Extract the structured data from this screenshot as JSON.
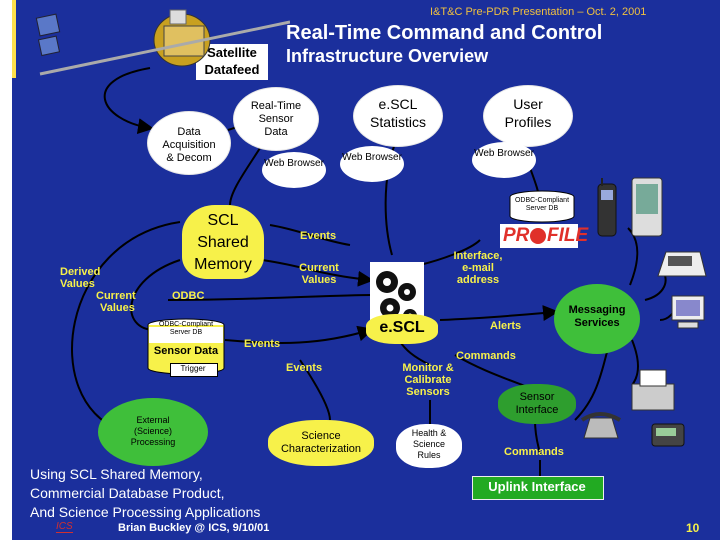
{
  "header": {
    "subtitle": "I&T&C Pre-PDR Presentation – Oct. 2, 2001",
    "title_line1": "Real-Time Command and Control",
    "title_line2": "Infrastructure Overview",
    "satellite_label_1": "Satellite",
    "satellite_label_2": "Datafeed"
  },
  "nodes": {
    "data_acq": [
      "Data",
      "Acquisition",
      "& Decom"
    ],
    "rt_sensor": [
      "Real-Time",
      "Sensor",
      "Data"
    ],
    "escl_stats": [
      "e.SCL",
      "Statistics"
    ],
    "user_profiles": [
      "User",
      "Profiles"
    ],
    "web_browser": "Web Browser",
    "odbc_server_top": [
      "ODBC-Compliant",
      "Server DB"
    ],
    "shared_memory": [
      "SCL",
      "Shared",
      "Memory"
    ],
    "derived_values": [
      "Derived",
      "Values"
    ],
    "current_values_left": [
      "Current",
      "Values"
    ],
    "odbc": "ODBC",
    "odbc_server_left": [
      "ODBC-Compliant",
      "Server DB"
    ],
    "sensor_data": "Sensor Data",
    "trigger": "Trigger",
    "events_1": "Events",
    "events_2": "Events",
    "events_3": "Events",
    "current_values_mid": [
      "Current",
      "Values"
    ],
    "interface": [
      "Interface,",
      "e-mail",
      "address"
    ],
    "profile_logo_pre": "PR",
    "profile_logo_post": "FILE",
    "escl_engine": "e.SCL",
    "alerts": "Alerts",
    "messaging": [
      "Messaging",
      "Services"
    ],
    "commands_1": "Commands",
    "monitor": [
      "Monitor &",
      "Calibrate",
      "Sensors"
    ],
    "sensor_interface": [
      "Sensor",
      "Interface"
    ],
    "external": [
      "External",
      "(Science)",
      "Processing"
    ],
    "science_char": [
      "Science",
      "Characterization"
    ],
    "health_rules": [
      "Health &",
      "Science",
      "Rules"
    ],
    "commands_2": "Commands",
    "uplink": "Uplink Interface"
  },
  "footer": {
    "caption_1": "Using SCL Shared Memory,",
    "caption_2": "Commercial Database Product,",
    "caption_3": "And Science Processing Applications",
    "logo": "ICS",
    "author": "Brian Buckley @ ICS, 9/10/01",
    "page_number": "10"
  },
  "colors": {
    "background": "#1b2f9c",
    "title": "#ffffff",
    "subtitle": "#f0c040",
    "accent_yellow": "#f7f14a",
    "science_green": "#3fbf3a",
    "uplink_green": "#22aa22",
    "sensor_interface": "#2e9e2e",
    "page_number": "#f7f14a"
  },
  "icons": [
    "satellite-icon",
    "gears-icon",
    "mobile-phone-icon",
    "pda-icon",
    "desk-phone-icon",
    "computer-icon",
    "fax-icon",
    "telephone-icon",
    "pager-icon"
  ]
}
